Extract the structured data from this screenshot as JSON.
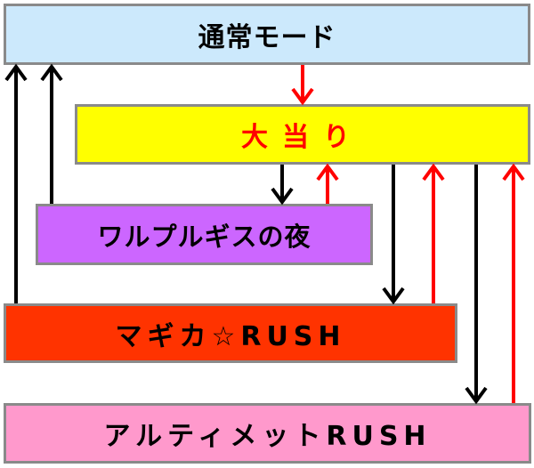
{
  "diagram": {
    "type": "state-flow",
    "nodes": [
      {
        "id": "normal",
        "label": "通常モード",
        "fill": "#cce9fc",
        "text_color": "#000000"
      },
      {
        "id": "bonus",
        "label": "大当り",
        "fill": "#ffff00",
        "text_color": "#ff0000"
      },
      {
        "id": "walpurgis",
        "label": "ワルプルギスの夜",
        "fill": "#cc66ff",
        "text_color": "#000000"
      },
      {
        "id": "magica",
        "label": "マギカ☆RUSH",
        "fill": "#ff3300",
        "text_color": "#000000"
      },
      {
        "id": "ultimate",
        "label": "アルティメットRUSH",
        "fill": "#ff99cc",
        "text_color": "#000000"
      }
    ],
    "edges": [
      {
        "from": "normal",
        "to": "bonus",
        "color": "#ff0000"
      },
      {
        "from": "bonus",
        "to": "walpurgis",
        "color": "#000000"
      },
      {
        "from": "walpurgis",
        "to": "bonus",
        "color": "#ff0000"
      },
      {
        "from": "walpurgis",
        "to": "normal",
        "color": "#000000"
      },
      {
        "from": "bonus",
        "to": "magica",
        "color": "#000000"
      },
      {
        "from": "magica",
        "to": "bonus",
        "color": "#ff0000"
      },
      {
        "from": "magica",
        "to": "normal",
        "color": "#000000"
      },
      {
        "from": "bonus",
        "to": "ultimate",
        "color": "#000000"
      },
      {
        "from": "ultimate",
        "to": "bonus",
        "color": "#ff0000"
      }
    ],
    "colors": {
      "border": "#8a8a8a",
      "win_arrow": "#ff0000",
      "fail_arrow": "#000000"
    }
  }
}
